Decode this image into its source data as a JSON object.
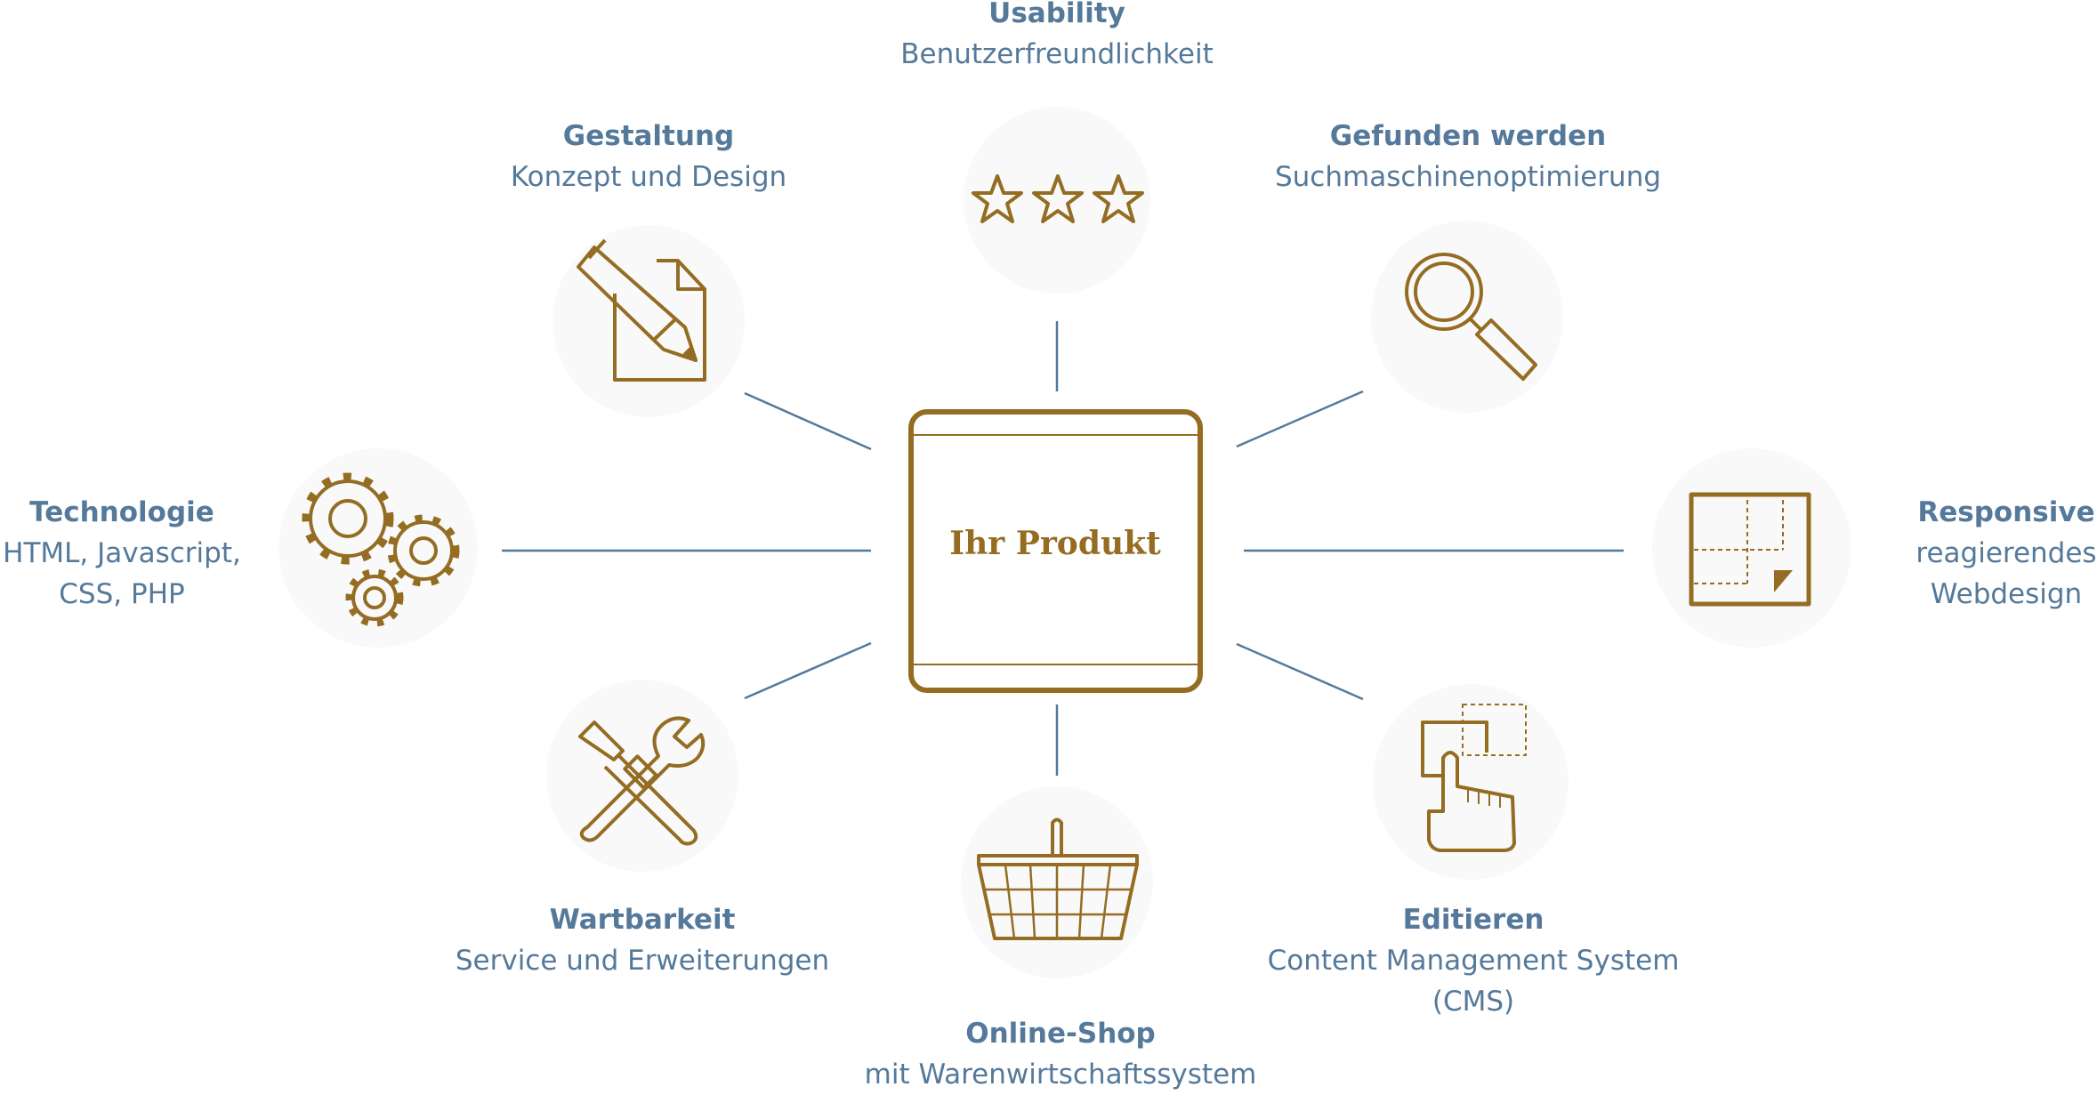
{
  "colors": {
    "gold": "#946d23",
    "blue": "#55799a",
    "circle": "#f9f9f9"
  },
  "center": {
    "title": "Ihr Produkt"
  },
  "nodes": {
    "usability": {
      "title": "Usability",
      "subtitle": "Benutzerfreundlichkeit",
      "icon": "stars-icon"
    },
    "gestaltung": {
      "title": "Gestaltung",
      "subtitle": "Konzept und Design",
      "icon": "pencil-document-icon"
    },
    "gefunden": {
      "title": "Gefunden werden",
      "subtitle": "Suchmaschinenoptimierung",
      "icon": "magnifier-icon"
    },
    "technologie": {
      "title": "Technologie",
      "line1": "HTML, Javascript,",
      "line2": "CSS, PHP",
      "icon": "gears-icon"
    },
    "responsive": {
      "title": "Responsive",
      "line1": "reagierendes",
      "line2": "Webdesign",
      "icon": "responsive-layout-icon"
    },
    "wartbarkeit": {
      "title": "Wartbarkeit",
      "subtitle": "Service und Erweiterungen",
      "icon": "tools-icon"
    },
    "editieren": {
      "title": "Editieren",
      "line1": "Content Management System",
      "line2": "(CMS)",
      "icon": "hand-edit-icon"
    },
    "shop": {
      "title": "Online-Shop",
      "subtitle": "mit Warenwirtschaftssystem",
      "icon": "basket-icon"
    }
  }
}
